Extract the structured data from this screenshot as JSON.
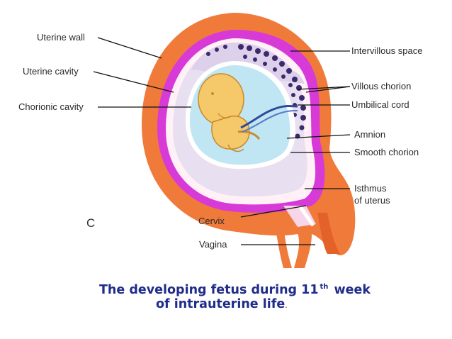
{
  "labels": {
    "uterine_wall": "Uterine wall",
    "uterine_cavity": "Uterine cavity",
    "chorionic_cavity": "Chorionic cavity",
    "intervillous_space": "Intervillous space",
    "villous_chorion": "Villous chorion",
    "umbilical_cord": "Umbilical cord",
    "amnion": "Amnion",
    "smooth_chorion": "Smooth chorion",
    "isthmus_line1": "Isthmus",
    "isthmus_line2": "of uterus",
    "cervix": "Cervix",
    "vagina": "Vagina"
  },
  "panel_letter": "C",
  "caption": {
    "line1_prefix": "The developing fetus during 11",
    "line1_sup": "th",
    "line1_suffix": "week",
    "line2": "of intrauterine life",
    "line2_end": "."
  },
  "colors": {
    "uterine_wall": "#f07a3a",
    "decidua": "#d83ad8",
    "intervillous": "#e8dff0",
    "amniotic_fluid": "#bfe6f2",
    "fetus": "#f5c86a",
    "caption": "#1f2d8a"
  }
}
